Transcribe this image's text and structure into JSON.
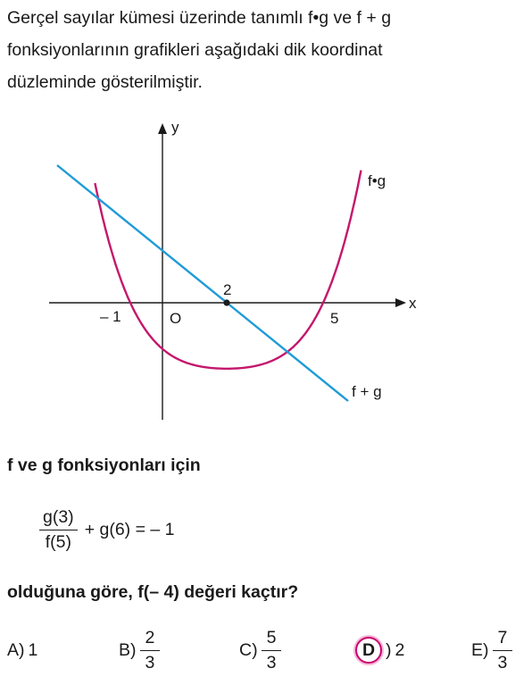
{
  "intro": {
    "line1": "Gerçel sayılar kümesi üzerinde tanımlı  f•g  ve  f + g",
    "line2": "fonksiyonlarının grafikleri aşağıdaki dik koordinat",
    "line3": "düzleminde gösterilmiştir."
  },
  "graph": {
    "y_axis_label": "y",
    "x_axis_label": "x",
    "origin_label": "O",
    "tick_neg1": "– 1",
    "tick_5": "5",
    "point_label": "2",
    "curve_fg_label": "f•g",
    "line_fpg_label": "f + g",
    "colors": {
      "curve": "#c4176c",
      "line": "#1f9bd7",
      "axis": "#1a1a1a"
    }
  },
  "condition": "f  ve  g  fonksiyonları için",
  "equation": {
    "numerator": "g(3)",
    "denominator": "f(5)",
    "rest": "+ g(6) = – 1"
  },
  "question": "olduğuna göre,  f(– 4)  değeri kaçtır?",
  "options": [
    {
      "letter": "A)",
      "value": "1"
    },
    {
      "letter": "B)",
      "num": "2",
      "den": "3"
    },
    {
      "letter": "C)",
      "num": "5",
      "den": "3"
    },
    {
      "letter": "D",
      "suffix": ")",
      "value": "2",
      "marked": true
    },
    {
      "letter": "E)",
      "num": "7",
      "den": "3"
    }
  ]
}
